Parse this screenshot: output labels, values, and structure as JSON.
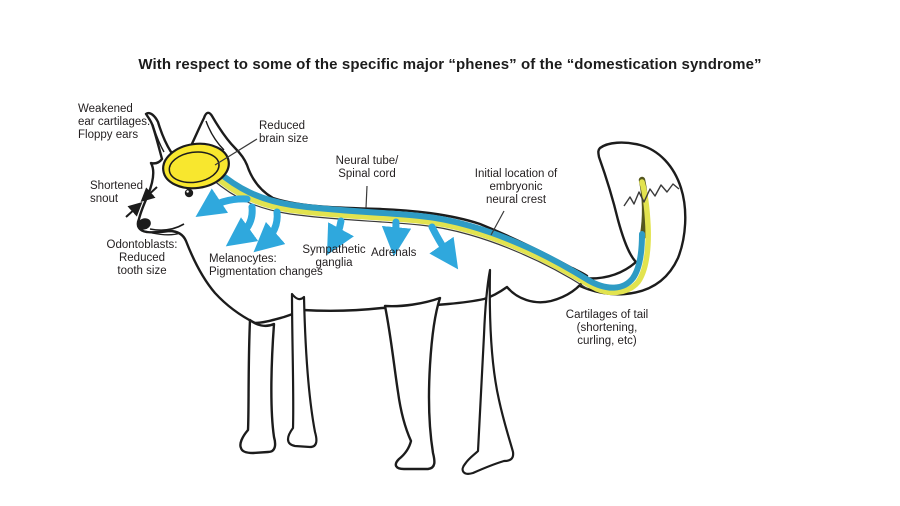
{
  "title": "With respect to some of the specific major “phenes” of the “domestication syndrome”",
  "labels": {
    "ear_cartilage": {
      "lines": [
        "Weakened",
        "ear cartilages:",
        "Floppy ears"
      ]
    },
    "brain": {
      "lines": [
        "Reduced",
        "brain size"
      ]
    },
    "snout": {
      "lines": [
        "Shortened",
        "snout"
      ]
    },
    "odontoblasts": {
      "lines": [
        "Odontoblasts:",
        "Reduced",
        "tooth size"
      ]
    },
    "melanocytes": {
      "lines": [
        "Melanocytes:",
        "Pigmentation changes"
      ]
    },
    "sympathetic": {
      "lines": [
        "Sympathetic",
        "ganglia"
      ]
    },
    "adrenals": {
      "lines": [
        "Adrenals"
      ]
    },
    "neural_tube": {
      "lines": [
        "Neural tube/",
        "Spinal cord"
      ]
    },
    "neural_crest": {
      "lines": [
        "Initial location of",
        "embryonic",
        "neural crest"
      ]
    },
    "tail": {
      "lines": [
        "Cartilages of tail",
        "(shortening,",
        "curling, etc)"
      ]
    }
  },
  "colors": {
    "outline": "#1c1c1c",
    "thin_line": "#3a3a3a",
    "body_fill": "#ffffff",
    "brain_yellow": "#f8e72e",
    "stripe_yellow": "#e2e34f",
    "stripe_yellow_dark_edge": "#55571f",
    "stripe_blue": "#2e9bc4",
    "arrow_blue": "#2fa8dd",
    "text": "#231f20",
    "background": "#ffffff"
  }
}
